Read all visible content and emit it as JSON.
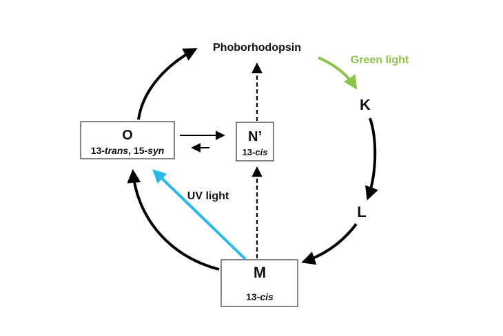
{
  "colors": {
    "arrow": "#000000",
    "green_light": "#8bc34a",
    "uv_light": "#29b6e8",
    "box_border": "#333333",
    "text": "#111111"
  },
  "nodes": {
    "phoborhodopsin": {
      "label": "Phoborhodopsin"
    },
    "k": {
      "label": "K"
    },
    "l": {
      "label": "L"
    },
    "m": {
      "label": "M",
      "isomer_prefix": "13-",
      "isomer_italic": "cis"
    },
    "n_prime": {
      "label": "N’",
      "isomer_prefix": "13-",
      "isomer_italic": "cis"
    },
    "o": {
      "label": "O",
      "isomer_prefix1": "13-",
      "isomer_italic1": "trans",
      "isomer_sep": ", 15-",
      "isomer_italic2": "syn"
    }
  },
  "annotations": {
    "green_light": "Green light",
    "uv_light": "UV light"
  }
}
